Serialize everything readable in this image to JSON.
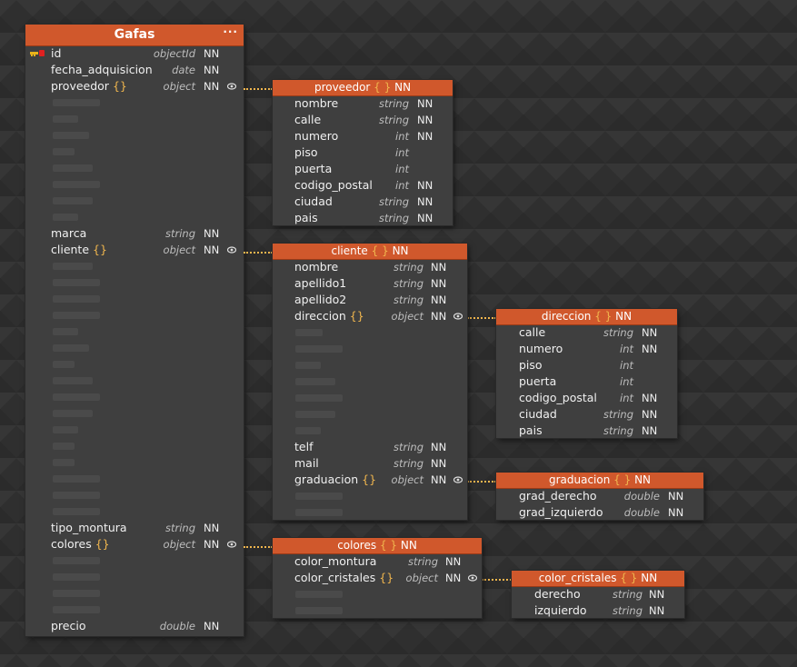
{
  "entities": {
    "gafas": {
      "title": "Gafas",
      "menu": "···",
      "fields": [
        {
          "name": "id",
          "type": "objectId",
          "nn": "NN"
        },
        {
          "name": "fecha_adquisicion",
          "type": "date",
          "nn": "NN"
        },
        {
          "name": "proveedor",
          "brace": "{}",
          "type": "object",
          "nn": "NN"
        },
        {
          "name": "marca",
          "type": "string",
          "nn": "NN"
        },
        {
          "name": "cliente",
          "brace": "{}",
          "type": "object",
          "nn": "NN"
        },
        {
          "name": "tipo_montura",
          "type": "string",
          "nn": "NN"
        },
        {
          "name": "colores",
          "brace": "{}",
          "type": "object",
          "nn": "NN"
        },
        {
          "name": "precio",
          "type": "double",
          "nn": "NN"
        }
      ]
    },
    "proveedor": {
      "title": "proveedor",
      "brace": "{ }",
      "nn": "NN",
      "fields": [
        {
          "name": "nombre",
          "type": "string",
          "nn": "NN"
        },
        {
          "name": "calle",
          "type": "string",
          "nn": "NN"
        },
        {
          "name": "numero",
          "type": "int",
          "nn": "NN"
        },
        {
          "name": "piso",
          "type": "int",
          "nn": ""
        },
        {
          "name": "puerta",
          "type": "int",
          "nn": ""
        },
        {
          "name": "codigo_postal",
          "type": "int",
          "nn": "NN"
        },
        {
          "name": "ciudad",
          "type": "string",
          "nn": "NN"
        },
        {
          "name": "pais",
          "type": "string",
          "nn": "NN"
        }
      ]
    },
    "cliente": {
      "title": "cliente",
      "brace": "{ }",
      "nn": "NN",
      "fields": [
        {
          "name": "nombre",
          "type": "string",
          "nn": "NN"
        },
        {
          "name": "apellido1",
          "type": "string",
          "nn": "NN"
        },
        {
          "name": "apellido2",
          "type": "string",
          "nn": "NN"
        },
        {
          "name": "direccion",
          "brace": "{}",
          "type": "object",
          "nn": "NN"
        },
        {
          "name": "telf",
          "type": "string",
          "nn": "NN"
        },
        {
          "name": "mail",
          "type": "string",
          "nn": "NN"
        },
        {
          "name": "graduacion",
          "brace": "{}",
          "type": "object",
          "nn": "NN"
        }
      ]
    },
    "direccion": {
      "title": "direccion",
      "brace": "{ }",
      "nn": "NN",
      "fields": [
        {
          "name": "calle",
          "type": "string",
          "nn": "NN"
        },
        {
          "name": "numero",
          "type": "int",
          "nn": "NN"
        },
        {
          "name": "piso",
          "type": "int",
          "nn": ""
        },
        {
          "name": "puerta",
          "type": "int",
          "nn": ""
        },
        {
          "name": "codigo_postal",
          "type": "int",
          "nn": "NN"
        },
        {
          "name": "ciudad",
          "type": "string",
          "nn": "NN"
        },
        {
          "name": "pais",
          "type": "string",
          "nn": "NN"
        }
      ]
    },
    "graduacion": {
      "title": "graduacion",
      "brace": "{ }",
      "nn": "NN",
      "fields": [
        {
          "name": "grad_derecho",
          "type": "double",
          "nn": "NN"
        },
        {
          "name": "grad_izquierdo",
          "type": "double",
          "nn": "NN"
        }
      ]
    },
    "colores": {
      "title": "colores",
      "brace": "{ }",
      "nn": "NN",
      "fields": [
        {
          "name": "color_montura",
          "type": "string",
          "nn": "NN"
        },
        {
          "name": "color_cristales",
          "brace": "{}",
          "type": "object",
          "nn": "NN"
        }
      ]
    },
    "color_cristales": {
      "title": "color_cristales",
      "brace": "{ }",
      "nn": "NN",
      "fields": [
        {
          "name": "derecho",
          "type": "string",
          "nn": "NN"
        },
        {
          "name": "izquierdo",
          "type": "string",
          "nn": "NN"
        }
      ]
    }
  },
  "icons": {
    "primary_key": "key-icon",
    "expand": "eye-icon"
  },
  "colors": {
    "header": "#d0582c",
    "brace": "#f0b64e",
    "connector": "#f0b64e",
    "body": "#3f3f3f"
  }
}
